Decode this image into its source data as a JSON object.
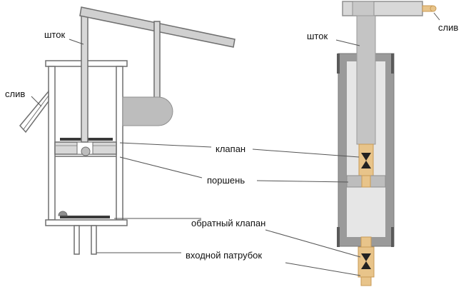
{
  "labels": {
    "rod_left": "шток",
    "drain_left": "слив",
    "rod_right": "шток",
    "drain_right": "слив",
    "valve": "клапан",
    "piston": "поршень",
    "check_valve": "обратный клапан",
    "inlet_pipe": "входной патрубок"
  },
  "colors": {
    "outline": "#6f6f6f",
    "wall_fill": "#ffffff",
    "metal": "#bdbdbd",
    "metal_light": "#d8d8d8",
    "metal_dark": "#8f8f8f",
    "valve_plate": "#3a3a3a",
    "brass": "#e8c48a",
    "brass_dark": "#c89a55",
    "valve_black": "#222222",
    "leader": "#555555"
  }
}
